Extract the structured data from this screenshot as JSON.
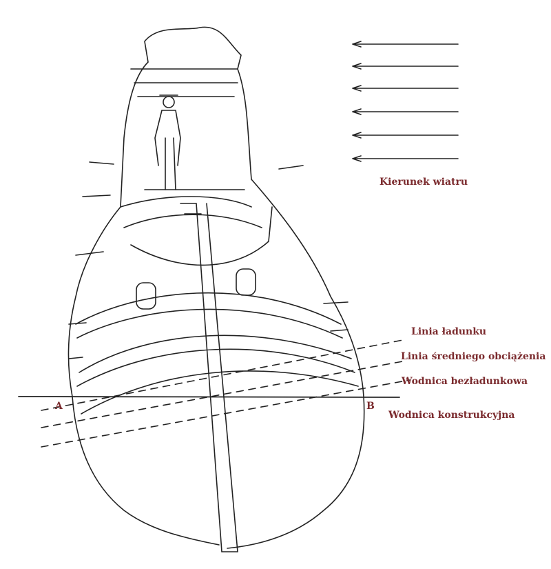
{
  "labels": {
    "wind_direction": "Kierunek wiatru",
    "load_line": "Linia ładunku",
    "mean_load_line": "Linia średniego obciążenia",
    "light_waterline": "Wodnica bezładunkowa",
    "design_waterline": "Wodnica konstrukcyjna",
    "point_a": "A",
    "point_b": "B"
  },
  "colors": {
    "label": "#7b2b2e",
    "ink": "#222222"
  }
}
